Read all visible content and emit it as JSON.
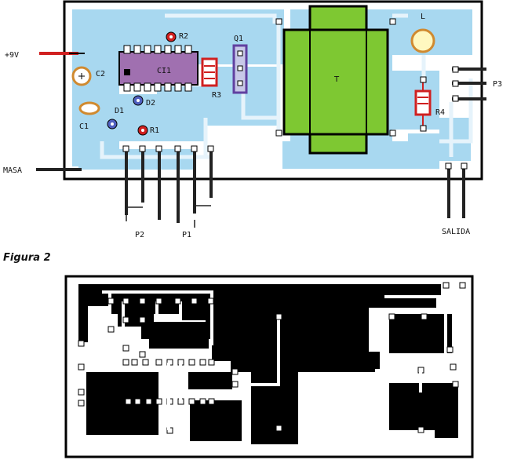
{
  "labels": {
    "plus9v": "+9V",
    "masa": "MASA",
    "c2": "C2",
    "c1": "C1",
    "d1": "D1",
    "d2": "D2",
    "r1": "R1",
    "r2": "R2",
    "r3": "R3",
    "r4": "R4",
    "ci1": "CI1",
    "q1": "Q1",
    "t": "T",
    "l": "L",
    "p1": "P1",
    "p2": "P2",
    "p3": "P3",
    "salida": "SALIDA"
  },
  "caption": "Figura 2",
  "colors": {
    "board": "#a8d8f0",
    "board_edge": "#000000",
    "trace_light": "#c8e4f4",
    "transformer": "#7ec832",
    "ic_body": "#a070b0",
    "resistor": "#d02020",
    "capacitor_ring": "#d08a30",
    "diode": "#5060c0",
    "copper": "#000000"
  }
}
